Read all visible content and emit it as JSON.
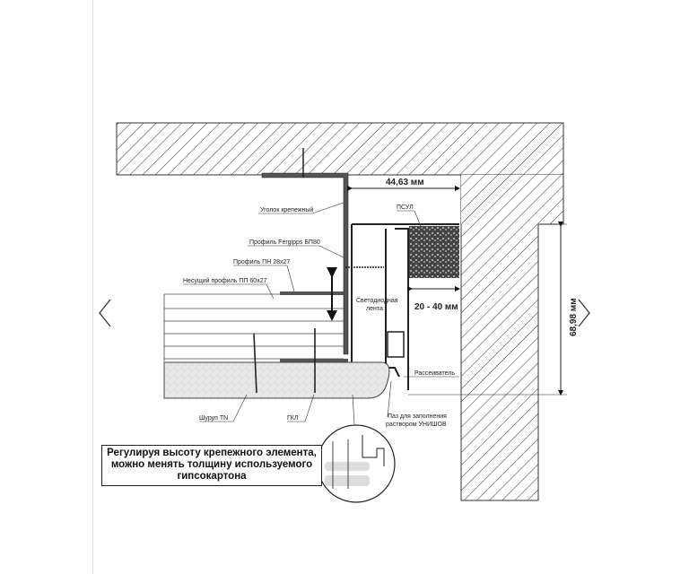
{
  "viewer": {
    "prev_icon": "chevron-left-icon",
    "next_icon": "chevron-right-icon"
  },
  "drawing": {
    "dim_width": "44,63 мм",
    "dim_height": "68,98 мм",
    "dim_gap": "20 - 40 мм",
    "labels": {
      "corner": "Уголок крепежный",
      "fergipps": "Профиль Fergipps БП80",
      "pn": "Профиль ПН 28х27",
      "pp": "Несущий профиль ПП 60х27",
      "psul": "ПСУЛ",
      "led1": "Светодиодная",
      "led2": "лента",
      "diffuser": "Рассеиватель",
      "screw": "Шуруп TN",
      "gkl": "ГКЛ",
      "groove1": "Паз для заполнения",
      "groove2": "раствором УНИШОВ"
    },
    "callout": [
      "Регулируя высоту крепежного элемента,",
      "можно менять толщину используемого",
      "гипсокартона"
    ]
  }
}
